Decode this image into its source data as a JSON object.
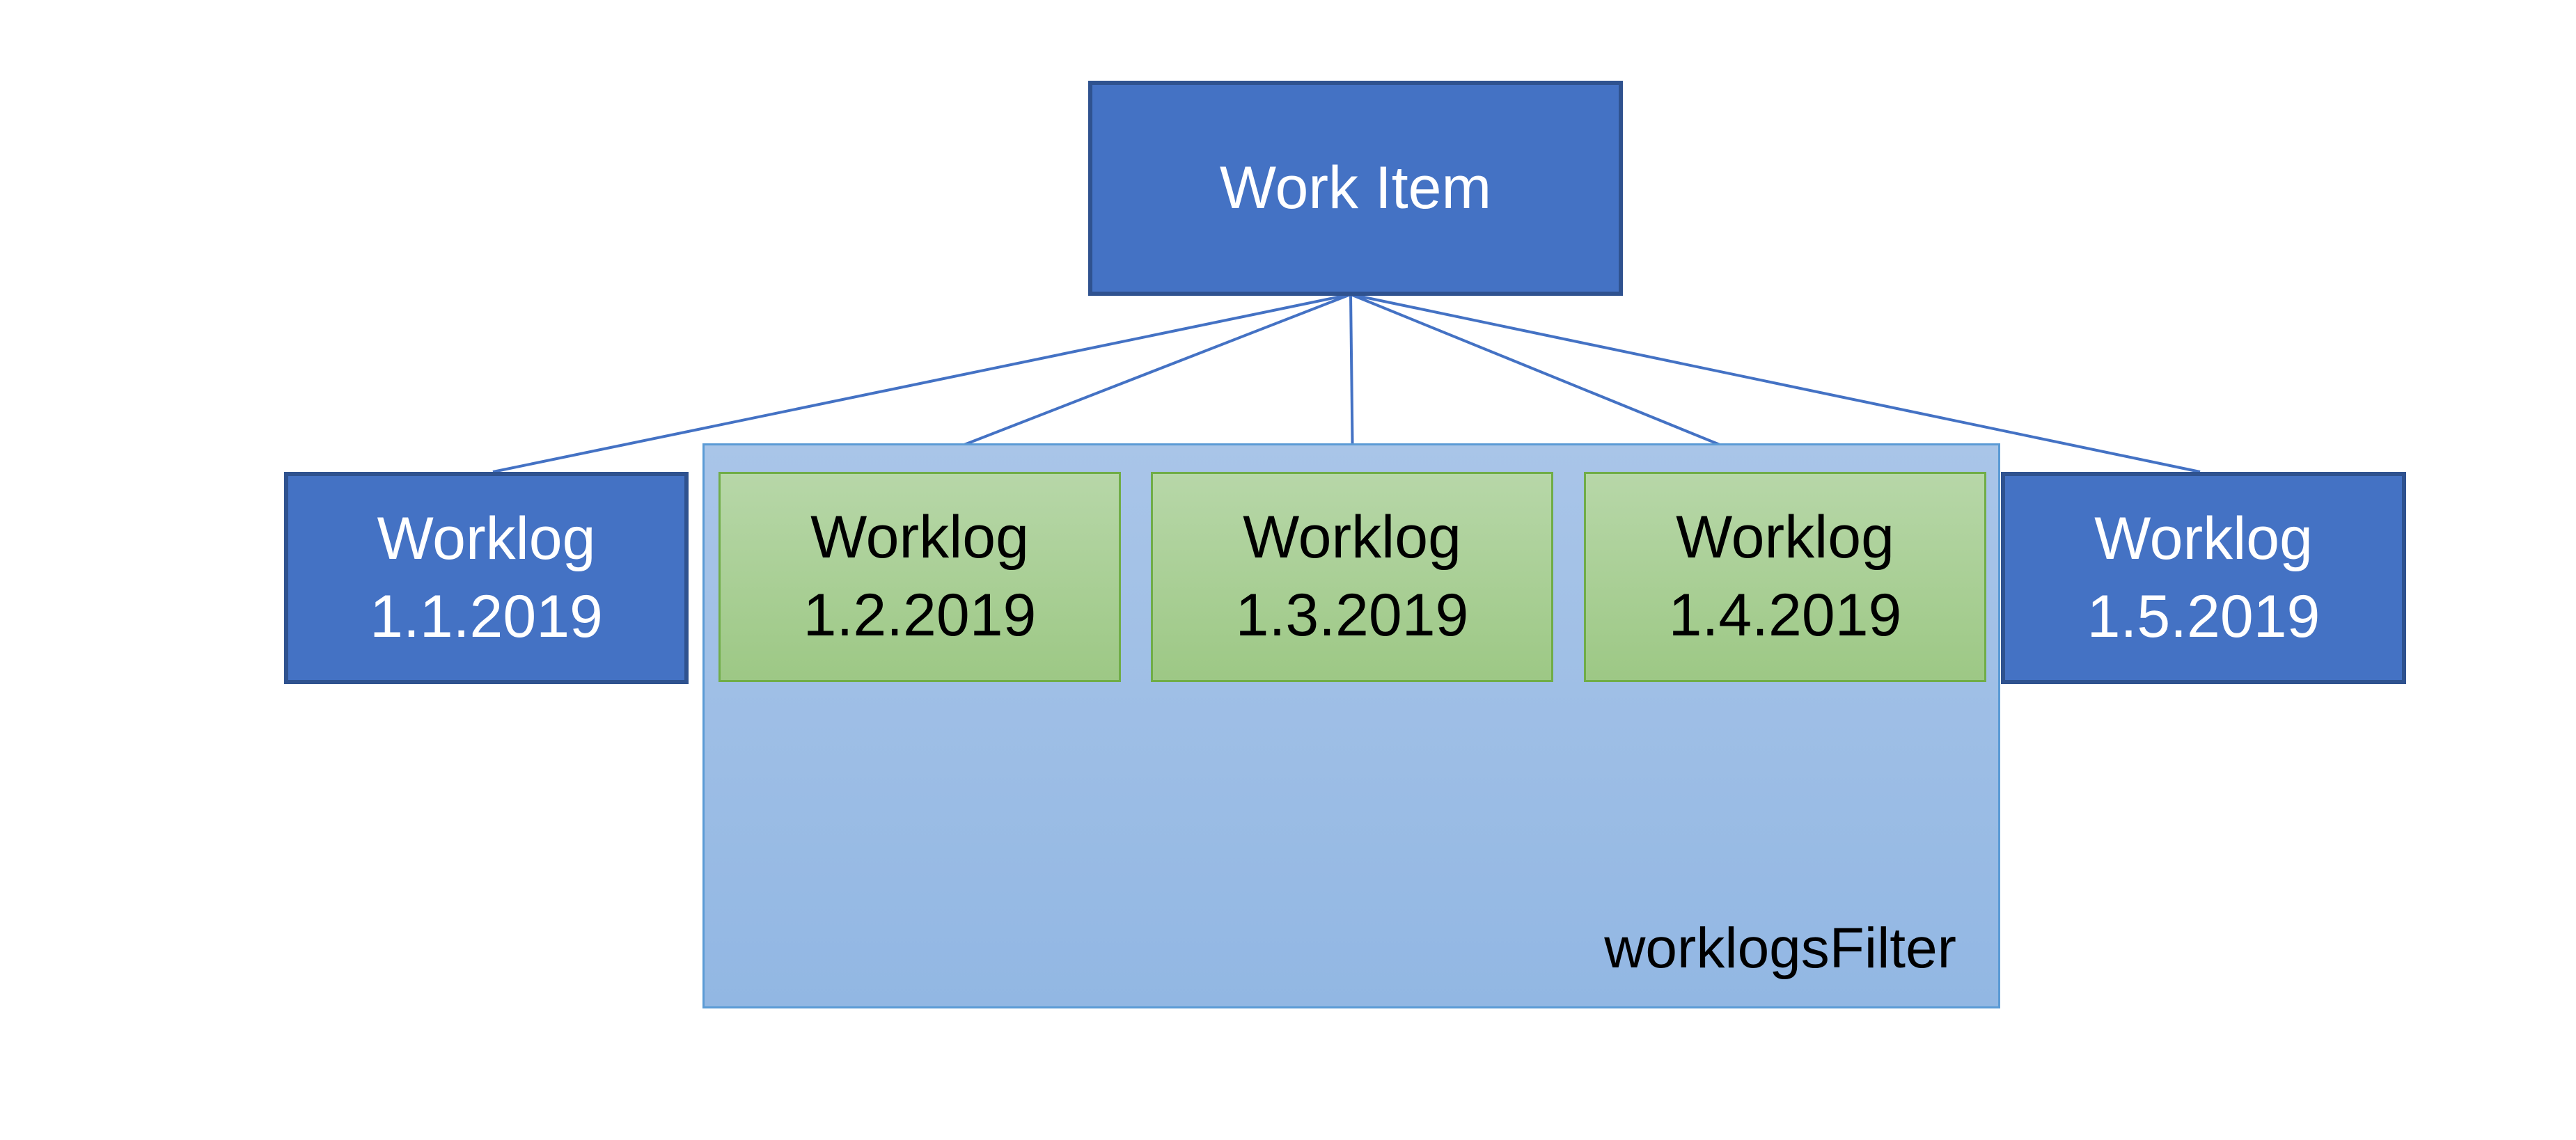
{
  "root": {
    "label": "Work Item"
  },
  "filter": {
    "label": "worklogsFilter"
  },
  "worklogs": [
    {
      "title": "Worklog",
      "date": "1.1.2019",
      "in_filter": false
    },
    {
      "title": "Worklog",
      "date": "1.2.2019",
      "in_filter": true
    },
    {
      "title": "Worklog",
      "date": "1.3.2019",
      "in_filter": true
    },
    {
      "title": "Worklog",
      "date": "1.4.2019",
      "in_filter": true
    },
    {
      "title": "Worklog",
      "date": "1.5.2019",
      "in_filter": false
    }
  ],
  "colors": {
    "node_fill": "#4472c4",
    "node_border": "#2f528f",
    "filtered_fill": "#a9d18e",
    "filtered_border": "#70ad47",
    "filter_fill": "#9dbde6",
    "filter_border": "#5b9bd5",
    "connector": "#4472c4"
  }
}
